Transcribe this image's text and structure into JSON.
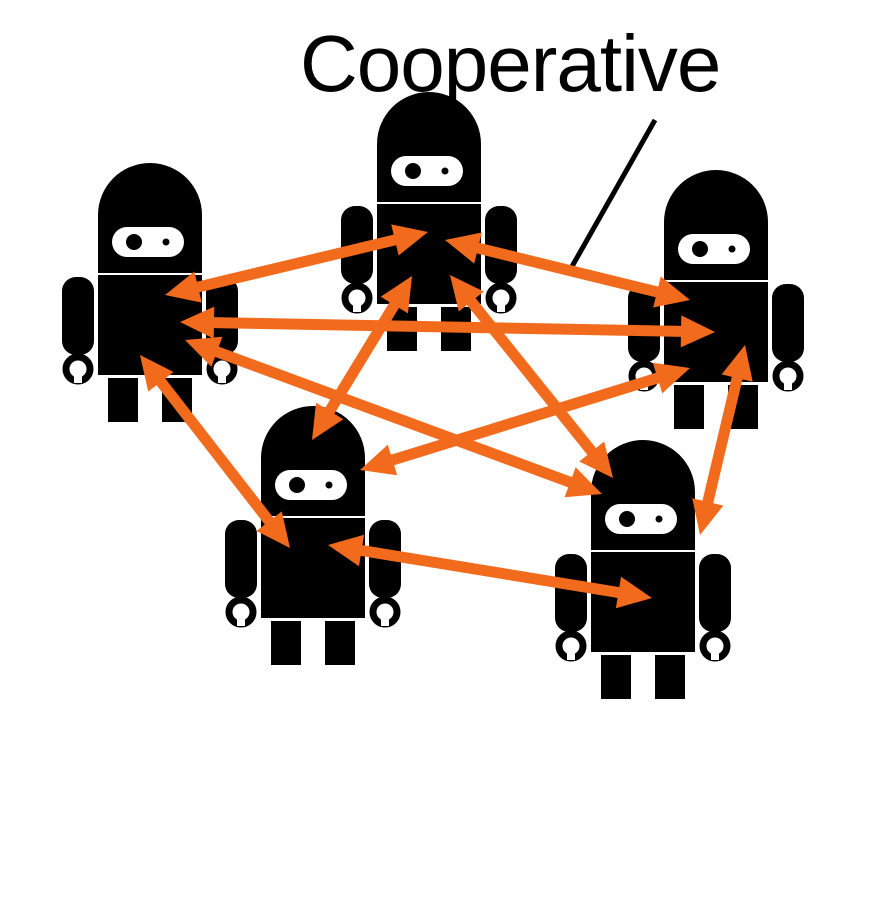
{
  "diagram": {
    "label": "Cooperative",
    "colors": {
      "robot": "#000000",
      "arrow": "#f26b1d",
      "eye": "#ffffff",
      "background": "#ffffff"
    },
    "agents": [
      {
        "id": "robot-top"
      },
      {
        "id": "robot-left"
      },
      {
        "id": "robot-right"
      },
      {
        "id": "robot-bottom-left"
      },
      {
        "id": "robot-bottom-right"
      }
    ],
    "links": [
      {
        "from": "robot-left",
        "to": "robot-top"
      },
      {
        "from": "robot-top",
        "to": "robot-right"
      },
      {
        "from": "robot-left",
        "to": "robot-right"
      },
      {
        "from": "robot-left",
        "to": "robot-bottom-right"
      },
      {
        "from": "robot-left",
        "to": "robot-bottom-left"
      },
      {
        "from": "robot-top",
        "to": "robot-bottom-left"
      },
      {
        "from": "robot-top",
        "to": "robot-bottom-right"
      },
      {
        "from": "robot-right",
        "to": "robot-bottom-left"
      },
      {
        "from": "robot-right",
        "to": "robot-bottom-right"
      },
      {
        "from": "robot-bottom-left",
        "to": "robot-bottom-right"
      }
    ]
  }
}
